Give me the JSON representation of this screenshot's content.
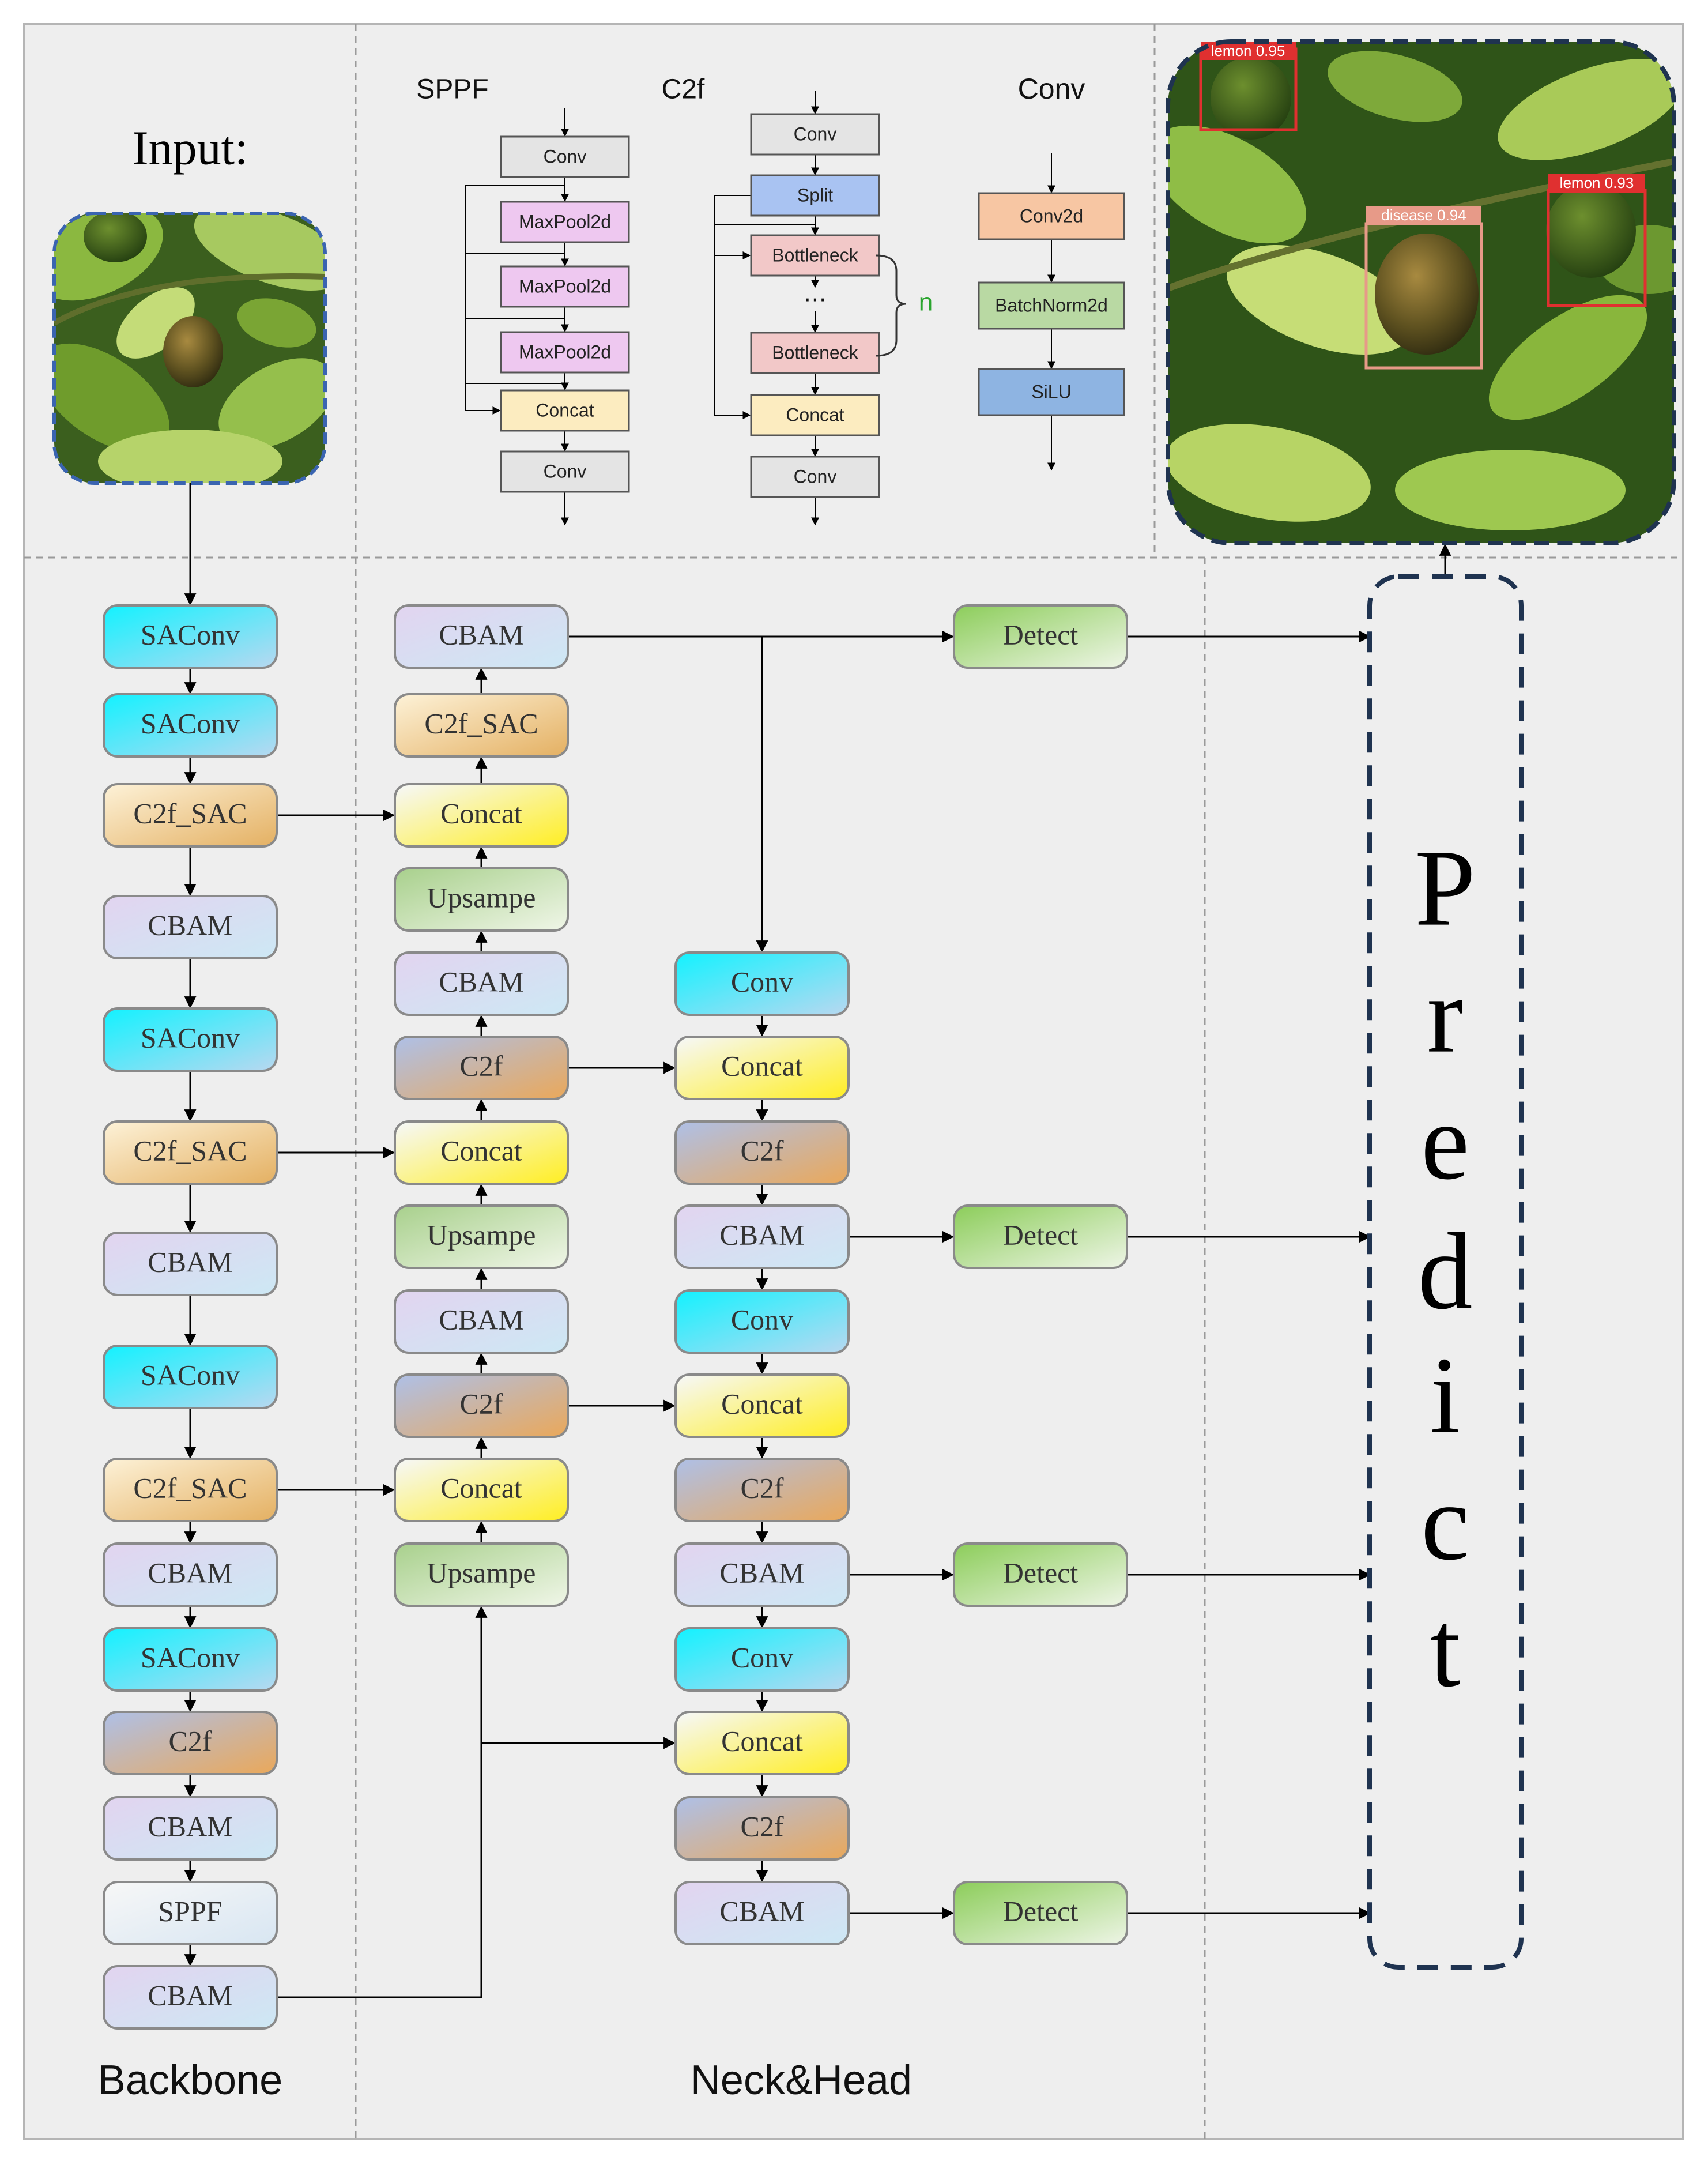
{
  "panels": {
    "input_label": "Input:",
    "backbone_label": "Backbone",
    "neck_head_label": "Neck&Head",
    "predict_label": "Predict"
  },
  "legend": {
    "sppf_title": "SPPF",
    "c2f_title": "C2f",
    "conv_title": "Conv",
    "sppf_blocks": [
      "Conv",
      "MaxPool2d",
      "MaxPool2d",
      "MaxPool2d",
      "Concat",
      "Conv"
    ],
    "c2f_blocks": [
      "Conv",
      "Split",
      "Bottleneck",
      "Bottleneck",
      "Concat",
      "Conv"
    ],
    "c2f_repeat": "n",
    "c2f_dots": "⋯",
    "conv_blocks": [
      "Conv2d",
      "BatchNorm2d",
      "SiLU"
    ]
  },
  "backbone": [
    "SAConv",
    "SAConv",
    "C2f_SAC",
    "CBAM",
    "SAConv",
    "C2f_SAC",
    "CBAM",
    "SAConv",
    "C2f_SAC",
    "CBAM",
    "SAConv",
    "C2f",
    "CBAM",
    "SPPF",
    "CBAM"
  ],
  "neck_col1": [
    "CBAM",
    "C2f_SAC",
    "Concat",
    "Upsampe",
    "CBAM",
    "C2f",
    "Concat",
    "Upsampe",
    "CBAM",
    "C2f",
    "Concat",
    "Upsampe"
  ],
  "neck_col2": [
    "Conv",
    "Concat",
    "C2f",
    "CBAM",
    "Conv",
    "Concat",
    "C2f",
    "CBAM",
    "Conv",
    "Concat",
    "C2f",
    "CBAM"
  ],
  "detect": [
    "Detect",
    "Detect",
    "Detect",
    "Detect"
  ],
  "detections": [
    {
      "label": "lemon 0.95"
    },
    {
      "label": "disease 0.94"
    },
    {
      "label": "lemon 0.93"
    }
  ],
  "colors": {
    "box_stroke": "#7f7f7f",
    "saconv": "#22e6f2",
    "dashed_frame": "#1f3350",
    "input_frame": "#3a64b0",
    "detect_box": "#e03030",
    "detect_box_disease": "#e79a88"
  }
}
